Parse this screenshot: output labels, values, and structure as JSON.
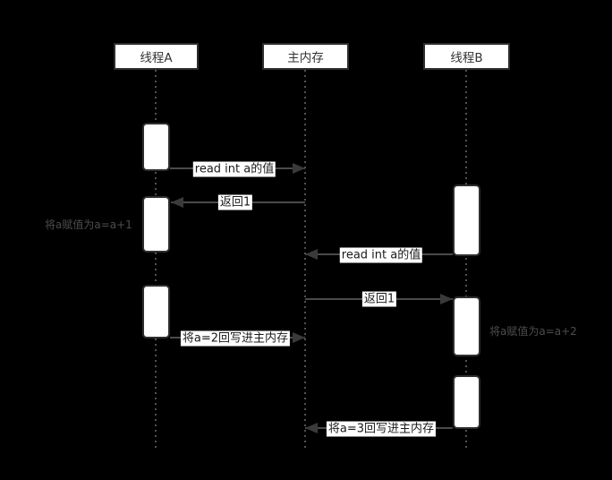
{
  "diagram": {
    "type": "uml-sequence",
    "participants": [
      {
        "id": "thread-a",
        "label": "线程A"
      },
      {
        "id": "main-memory",
        "label": "主内存"
      },
      {
        "id": "thread-b",
        "label": "线程B"
      }
    ],
    "messages": [
      {
        "label": "read int a的值",
        "from": "线程A",
        "to": "主内存",
        "direction": "right"
      },
      {
        "label": "返回1",
        "from": "主内存",
        "to": "线程A",
        "direction": "left"
      },
      {
        "label": "read int a的值",
        "from": "线程B",
        "to": "主内存",
        "direction": "left"
      },
      {
        "label": "返回1",
        "from": "主内存",
        "to": "线程B",
        "direction": "right"
      },
      {
        "label": "将a=2回写进主内存",
        "from": "线程A",
        "to": "主内存",
        "direction": "right"
      },
      {
        "label": "将a=3回写进主内存",
        "from": "线程B",
        "to": "主内存",
        "direction": "left"
      }
    ],
    "annotations": [
      {
        "label": "将a赋值为a=a+1",
        "near": "线程A"
      },
      {
        "label": "将a赋值为a=a+2",
        "near": "线程B"
      }
    ],
    "colors": {
      "background": "#000000",
      "box_fill": "#ffffff",
      "box_border": "#2e2e2e",
      "arrow_line": "#4a4a4a",
      "arrowhead": "#3a3a3a",
      "message_text": "#1a1a1a",
      "annotation_text": "#4d4d4d"
    }
  }
}
